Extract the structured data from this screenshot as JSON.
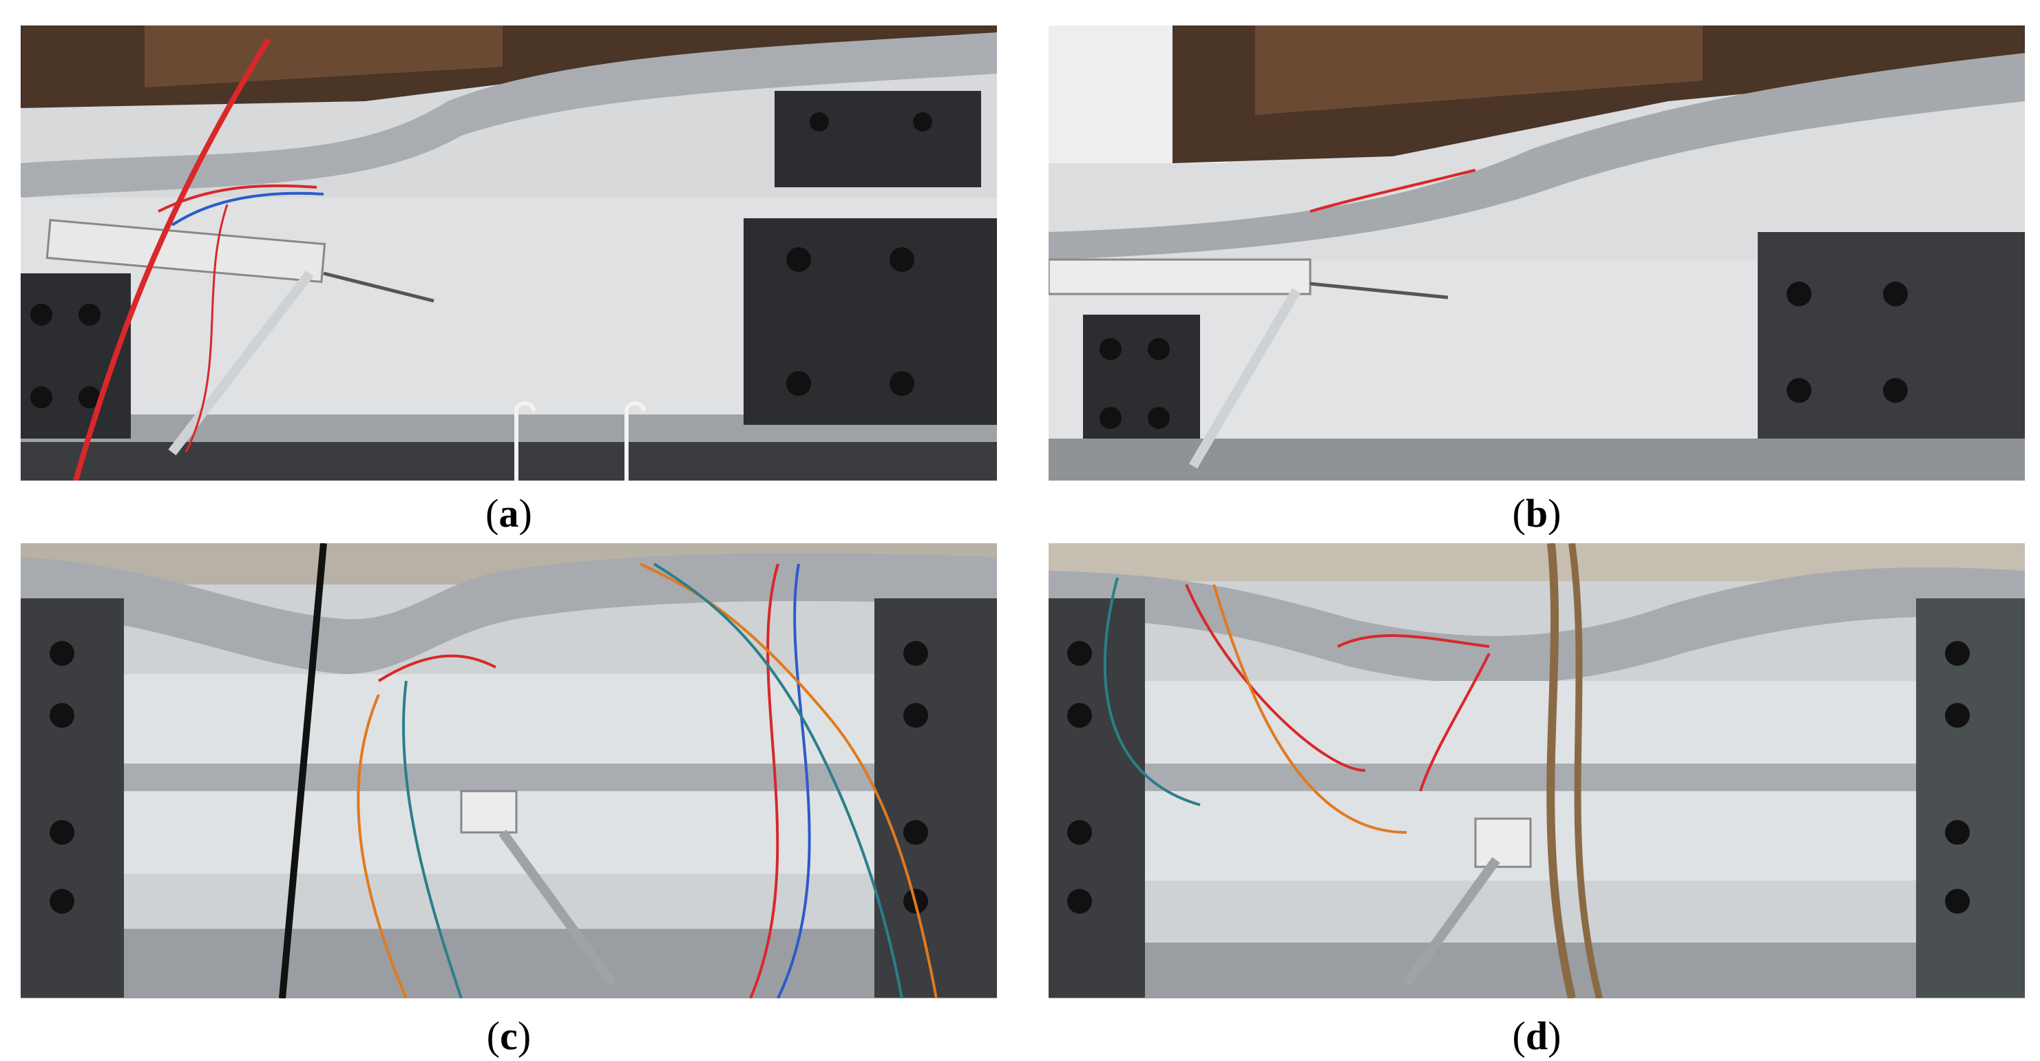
{
  "figure": {
    "panels": [
      {
        "id": "a",
        "label": "a",
        "caption_open": "(",
        "caption_close": ")",
        "description_icon": "beam-buckling-photo"
      },
      {
        "id": "b",
        "label": "b",
        "caption_open": "(",
        "caption_close": ")",
        "description_icon": "beam-buckling-photo"
      },
      {
        "id": "c",
        "label": "c",
        "caption_open": "(",
        "caption_close": ")",
        "description_icon": "beam-local-buckling-photo"
      },
      {
        "id": "d",
        "label": "d",
        "caption_open": "(",
        "caption_close": ")",
        "description_icon": "beam-local-buckling-photo"
      }
    ]
  },
  "colors": {
    "steel": "#b9bcc0",
    "steel_dark": "#7d8186",
    "plate": "#2d2f32",
    "wire_red": "#d8282a",
    "wire_blue": "#2a5cc8",
    "frame": "#3c2b1f"
  }
}
